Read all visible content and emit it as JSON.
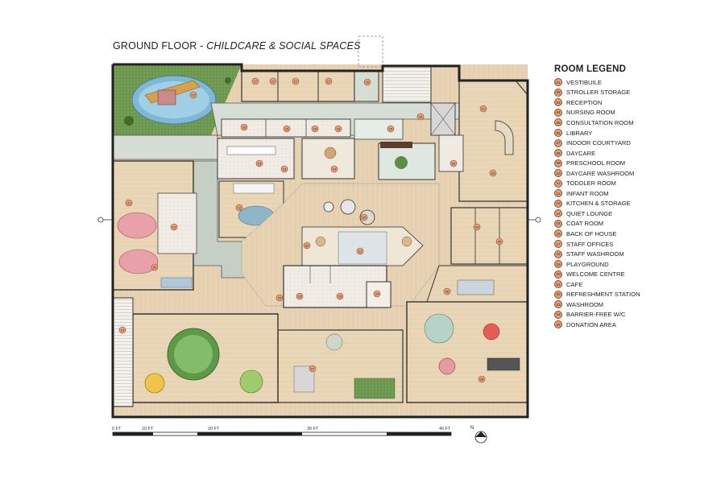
{
  "title": {
    "main": "GROUND FLOOR - ",
    "sub": "CHILDCARE & SOCIAL SPACES"
  },
  "legend": {
    "title": "ROOM LEGEND",
    "items": [
      {
        "num": "01",
        "label": "VESTIBUILE"
      },
      {
        "num": "02",
        "label": "STROLLER STORAGE"
      },
      {
        "num": "03",
        "label": "RECEPTION"
      },
      {
        "num": "04",
        "label": "NURSING ROOM"
      },
      {
        "num": "05",
        "label": "CONSULTATION ROOM"
      },
      {
        "num": "06",
        "label": "LIBRARY"
      },
      {
        "num": "07",
        "label": "INDOOR COURTYARD"
      },
      {
        "num": "08",
        "label": "DAYCARE"
      },
      {
        "num": "09",
        "label": "PRESCHOOL ROOM"
      },
      {
        "num": "10",
        "label": "DAYCARE WASHROOM"
      },
      {
        "num": "11",
        "label": "TODDLER ROOM"
      },
      {
        "num": "12",
        "label": "INFANT ROOM"
      },
      {
        "num": "13",
        "label": "KITCHEN & STORAGE"
      },
      {
        "num": "14",
        "label": "QUIET LOUNGE"
      },
      {
        "num": "15",
        "label": "COAT ROOM"
      },
      {
        "num": "16",
        "label": "BACK OF HOUSE"
      },
      {
        "num": "17",
        "label": "STAFF OFFICES"
      },
      {
        "num": "18",
        "label": "STAFF WASHROOM"
      },
      {
        "num": "19",
        "label": "PLAYGROUND"
      },
      {
        "num": "20",
        "label": "WELCOME CENTRE"
      },
      {
        "num": "21",
        "label": "CAFE"
      },
      {
        "num": "22",
        "label": "REFRESHMENT STATION"
      },
      {
        "num": "23",
        "label": "WASHROOM"
      },
      {
        "num": "24",
        "label": "BARRIER-FREE W/C"
      },
      {
        "num": "25",
        "label": "DONATION AREA"
      }
    ]
  },
  "scale": {
    "labels": [
      "0 FT",
      "10 FT",
      "20 FT",
      "30 FT",
      "40 FT"
    ]
  },
  "north": {
    "label": "N"
  },
  "room_tags": [
    "19",
    "17",
    "17",
    "17",
    "17",
    "16",
    "16",
    "16",
    "18",
    "18",
    "18",
    "18",
    "14",
    "13",
    "13",
    "12",
    "11",
    "10",
    "09",
    "08",
    "07",
    "06",
    "05",
    "04",
    "03",
    "02",
    "01",
    "20",
    "21",
    "22",
    "23",
    "23",
    "24",
    "25",
    "15"
  ]
}
